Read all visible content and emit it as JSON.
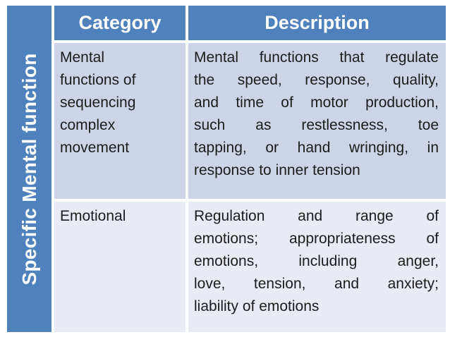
{
  "colors": {
    "header_bg": "#4F81BD",
    "sidebar_bg": "#4F81BD",
    "row_odd_bg": "#CED4E7",
    "row_even_bg": "#E9EBF4",
    "header_text": "#FFFFFF",
    "body_text": "#1C1C1C"
  },
  "sidebar": {
    "label": "Specific Mental function"
  },
  "table": {
    "header": {
      "category": "Category",
      "description": "Description"
    },
    "rows": [
      {
        "category": "Mental functions of sequencing complex movement",
        "category_lines": [
          "Mental ",
          "functions of ",
          "sequencing ",
          "complex ",
          "movement"
        ],
        "description": "Mental functions that regulate the speed, response, quality, and time of motor production, such as restlessness, toe tapping, or hand wringing, in response to inner tension",
        "description_lines": [
          "Mental functions that regulate ",
          "the speed, response, quality, ",
          "and time of motor production, ",
          "such as restlessness, toe ",
          "tapping, or hand wringing, in ",
          "response to inner tension"
        ]
      },
      {
        "category": "Emotional",
        "category_lines": [
          "Emotional"
        ],
        "description": "Regulation and range of emotions; appropriateness of emotions, including anger, love, tension, and anxiety; liability of emotions",
        "description_lines": [
          "Regulation and range of ",
          "emotions; appropriateness of ",
          "emotions, including anger, ",
          "love, tension, and anxiety; ",
          "liability of emotions"
        ]
      }
    ]
  }
}
